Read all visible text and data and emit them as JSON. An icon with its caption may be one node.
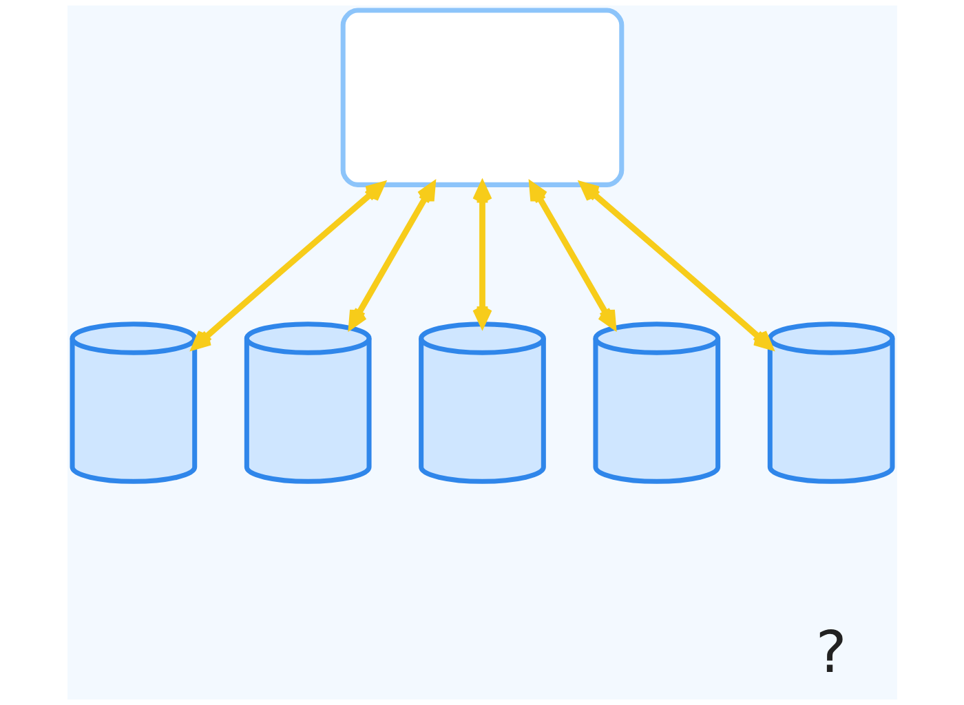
{
  "diagram": {
    "nodes": [
      {
        "text": [],
        "shape": "box"
      },
      {
        "text": [],
        "shape": "cylinder"
      },
      {
        "text": [],
        "shape": "cylinder"
      },
      {
        "text": [],
        "shape": "cylinder"
      },
      {
        "text": [],
        "shape": "cylinder"
      },
      {
        "text": [],
        "shape": "cylinder"
      }
    ],
    "edges": [
      {
        "from": 0,
        "to": 1,
        "arrow": "both"
      },
      {
        "from": 0,
        "to": 2,
        "arrow": "both"
      },
      {
        "from": 0,
        "to": 3,
        "arrow": "both"
      },
      {
        "from": 0,
        "to": 4,
        "arrow": "both"
      },
      {
        "from": 0,
        "to": 5,
        "arrow": "both"
      }
    ],
    "labels": [
      "?"
    ]
  }
}
